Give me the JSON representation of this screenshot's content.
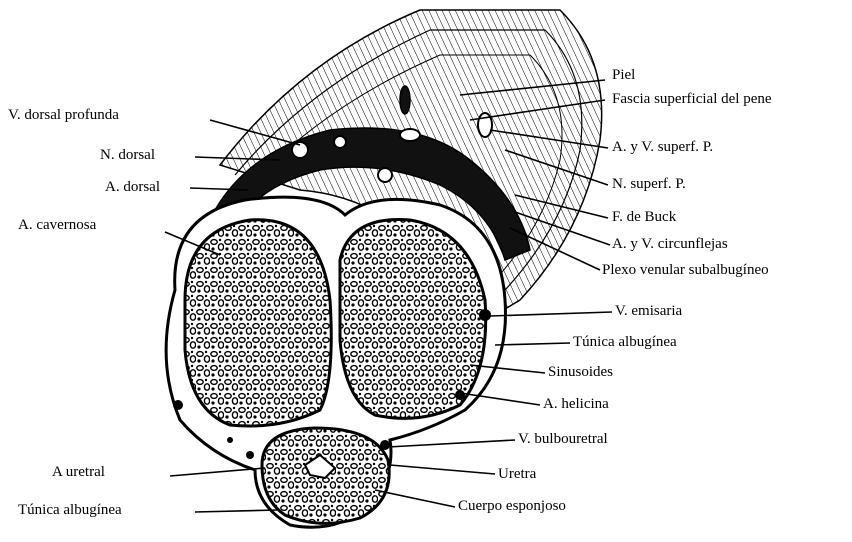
{
  "labels": {
    "piel": "Piel",
    "fascia_superficial": "Fascia superficial del pene",
    "v_dorsal_profunda": "V. dorsal profunda",
    "a_v_superf": "A. y V. superf. P.",
    "n_dorsal": "N. dorsal",
    "n_superf": "N. superf. P.",
    "a_dorsal": "A. dorsal",
    "f_buck": "F. de Buck",
    "a_cavernosa": "A. cavernosa",
    "a_v_circunflejas": "A. y V. circunflejas",
    "plexo_venular": "Plexo venular subalbugíneo",
    "v_emisaria": "V. emisaria",
    "tunica_albuginea_right": "Túnica albugínea",
    "sinusoides": "Sinusoides",
    "a_helicina": "A. helicina",
    "v_bulbouretral": "V. bulbouretral",
    "a_uretral": "A uretral",
    "uretra": "Uretra",
    "tunica_albuginea_left": "Túnica albugínea",
    "cuerpo_esponjoso": "Cuerpo esponjoso"
  }
}
